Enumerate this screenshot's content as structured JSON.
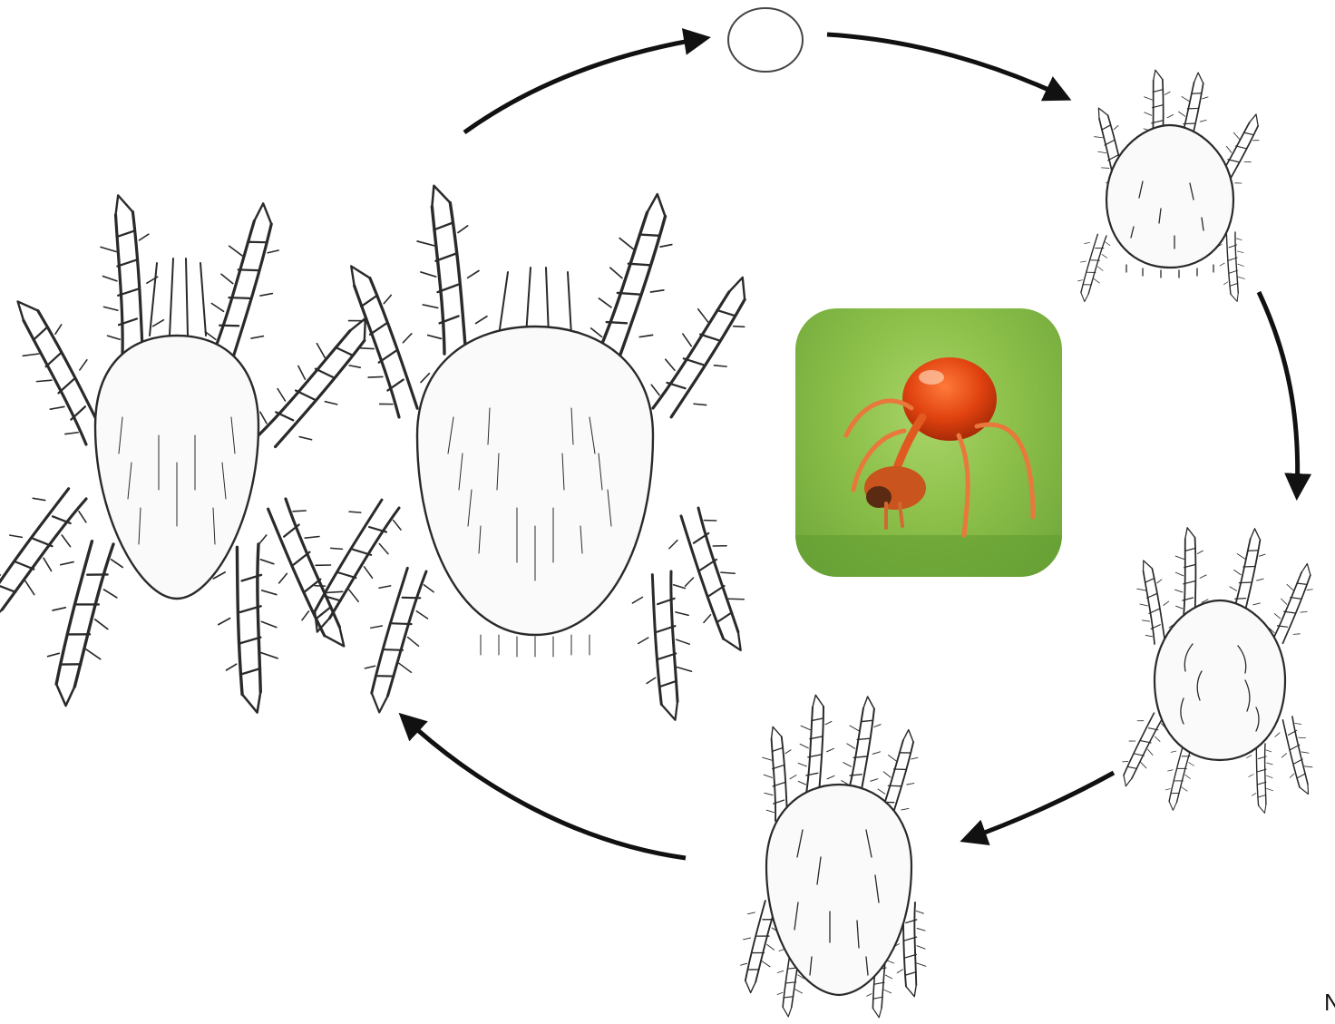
{
  "diagram": {
    "stages": [
      {
        "id": "egg",
        "icon": "egg-icon"
      },
      {
        "id": "larva",
        "icon": "larva-mite-icon"
      },
      {
        "id": "protonymph",
        "icon": "protonymph-mite-icon"
      },
      {
        "id": "deutonymph",
        "icon": "deutonymph-mite-icon"
      },
      {
        "id": "adult-female",
        "icon": "adult-female-mite-icon"
      },
      {
        "id": "adult-male",
        "icon": "adult-male-mite-icon"
      }
    ],
    "arrows": 5,
    "center_photo": "red-velvet-mite-photo"
  },
  "corner_label": "N"
}
